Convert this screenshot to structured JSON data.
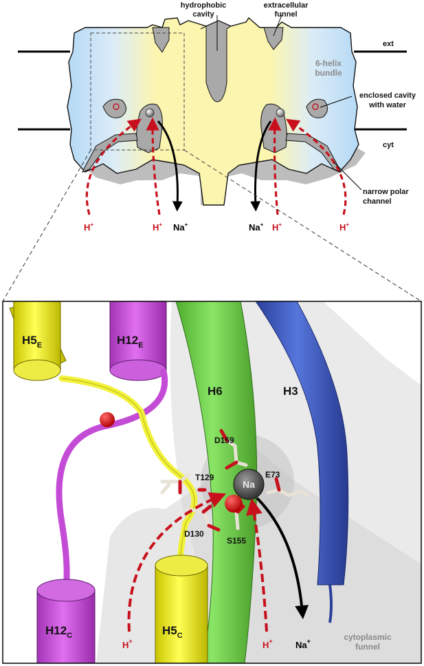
{
  "top": {
    "hydrophobic": [
      "hydrophobic",
      "cavity"
    ],
    "extracellular": [
      "extracellular",
      "funnel"
    ],
    "bundle": [
      "6-helix",
      "bundle"
    ],
    "enclosed": [
      "enclosed cavity",
      "with water"
    ],
    "narrow": [
      "narrow polar",
      "channel"
    ],
    "ext": "ext",
    "cyt": "cyt"
  },
  "ions": {
    "h": "H",
    "plus": "+",
    "na": "Na",
    "na_plus": "+"
  },
  "bottom": {
    "helices": {
      "h5e": {
        "main": "H5",
        "sub": "E"
      },
      "h12e": {
        "main": "H12",
        "sub": "E"
      },
      "h6": "H6",
      "h3": "H3",
      "h12c": {
        "main": "H12",
        "sub": "C"
      },
      "h5c": {
        "main": "H5",
        "sub": "C"
      }
    },
    "residues": {
      "d159": "D159",
      "t129": "T129",
      "e73": "E73",
      "d130": "D130",
      "s155": "S155"
    },
    "na_atom": "Na",
    "cyto": [
      "cytoplasmic",
      "funnel"
    ]
  },
  "colors": {
    "blue_domain": "#bcdcf4",
    "yellow_domain": "#fbf3a6",
    "proton_arrow": "#c8101d",
    "h5": "#ffff33",
    "h12": "#d955e8",
    "h6": "#7bdd55",
    "h3": "#3e5cc8"
  }
}
